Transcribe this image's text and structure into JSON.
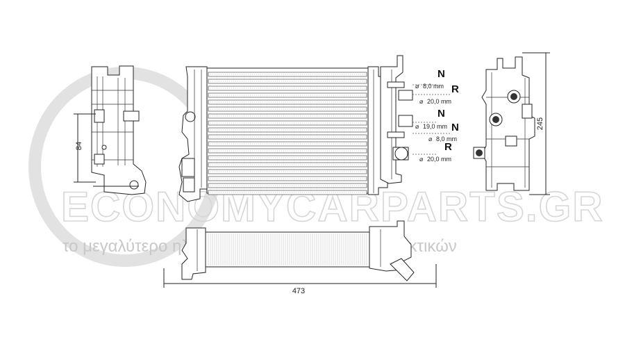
{
  "dimensions": {
    "side_height": "84",
    "right_height": "245",
    "bottom_width": "473"
  },
  "connections": [
    {
      "code": "N",
      "diameter": "8,0 mm"
    },
    {
      "code": "R",
      "diameter": "20,0 mm"
    },
    {
      "code": "N",
      "diameter": "19,0 mm"
    },
    {
      "code": "N",
      "diameter": "8,0 mm"
    },
    {
      "code": "R",
      "diameter": "20,0 mm"
    }
  ],
  "watermark": {
    "brand": "ECONOMYCARPARTS.GR",
    "slogan": "το μεγαλύτερο ηλεκτρονικό κατάστημα ανταλλακτικών"
  }
}
